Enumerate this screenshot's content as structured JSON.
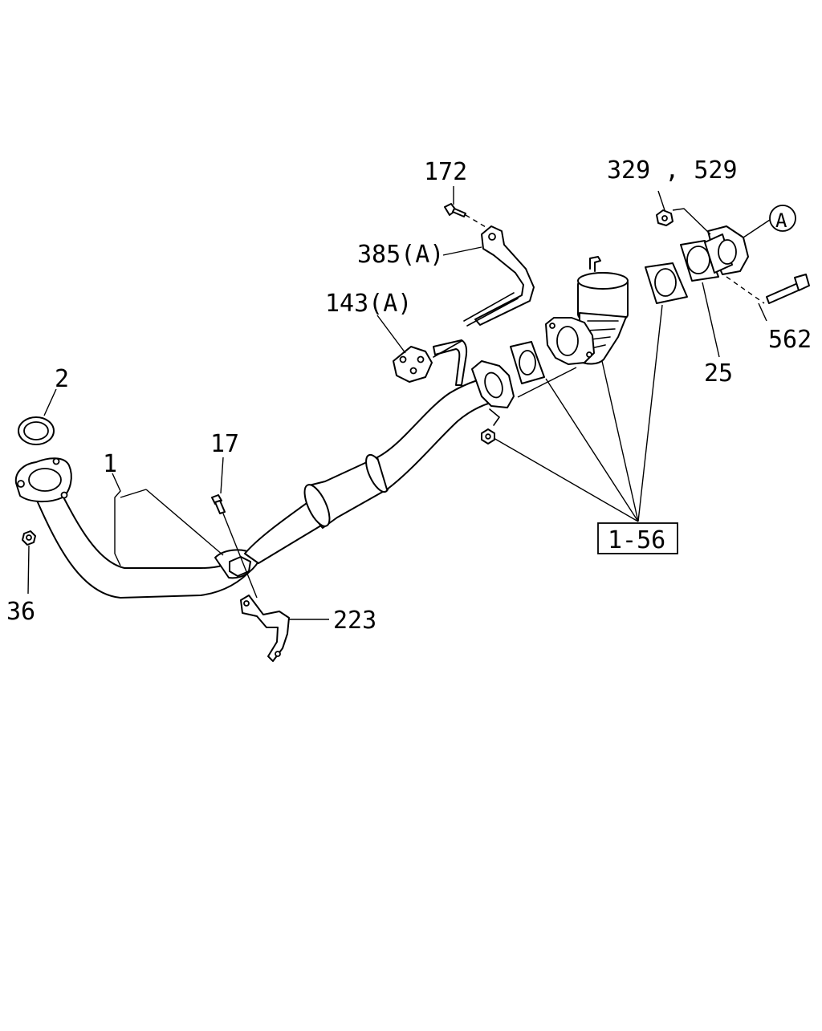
{
  "labels": {
    "l172": "172",
    "l329": "329 , 529",
    "lA": "A",
    "l385": "385(A)",
    "l143": "143(A)",
    "l562": "562",
    "l25": "25",
    "l2": "2",
    "l1": "1",
    "l17": "17",
    "l36": "36",
    "l223": "223",
    "l156": "1-56"
  }
}
